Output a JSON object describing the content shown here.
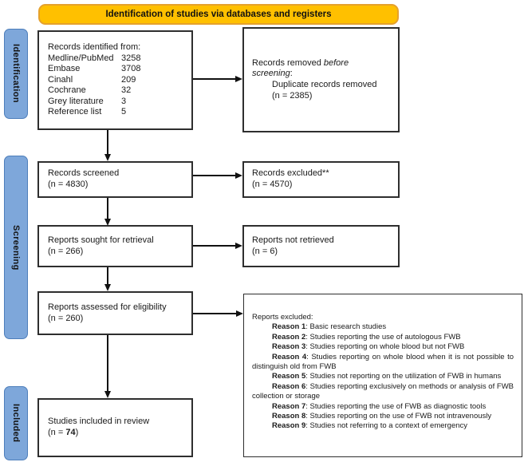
{
  "banner": {
    "title": "Identification of studies via databases and registers"
  },
  "stage_labels": {
    "identification": "Identification",
    "screening": "Screening",
    "included": "Included"
  },
  "colors": {
    "banner_fill": "#FFC000",
    "banner_border": "#E5A12D",
    "stage_bar_fill": "#7EA7DA",
    "stage_bar_border": "#4D7EBB",
    "box_border": "#2E2E2E",
    "arrow": "#111111",
    "text": "#1A1A1A"
  },
  "boxes": {
    "records_identified": {
      "intro": "Records identified from:",
      "sources": [
        {
          "label": "Medline/PubMed",
          "value": "3258"
        },
        {
          "label": "Embase",
          "value": "3708"
        },
        {
          "label": "Cinahl",
          "value": "209"
        },
        {
          "label": "Cochrane",
          "value": "32"
        },
        {
          "label": "Grey literature",
          "value": "3"
        },
        {
          "label": "Reference list",
          "value": "5"
        }
      ]
    },
    "records_removed": {
      "prefix": "Records removed ",
      "italic": "before screening",
      "suffix": ":",
      "detail_lines": [
        "Duplicate records removed",
        "(n = 2385)"
      ]
    },
    "records_screened": {
      "lines": [
        "Records screened",
        "(n = 4830)"
      ]
    },
    "records_excluded": {
      "lines": [
        "Records excluded**",
        "(n = 4570)"
      ]
    },
    "reports_sought": {
      "lines": [
        "Reports sought for retrieval",
        "(n = 266)"
      ]
    },
    "reports_not_retrieved": {
      "lines": [
        "Reports not retrieved",
        "(n = 6)"
      ]
    },
    "reports_assessed": {
      "lines": [
        "Reports assessed for eligibility",
        "(n = 260)"
      ]
    },
    "reports_excluded": {
      "heading": "Reports excluded:",
      "reasons": [
        {
          "label": "Reason 1",
          "text": ": Basic research studies"
        },
        {
          "label": "Reason 2",
          "text": ": Studies reporting the use of autologous FWB"
        },
        {
          "label": "Reason 3",
          "text": ": Studies reporting on whole blood but not FWB"
        },
        {
          "label": "Reason 4",
          "text": ": Studies reporting on whole blood when it is not possible to distinguish old from FWB"
        },
        {
          "label": "Reason 5",
          "text": ": Studies not reporting on the utilization of FWB in humans"
        },
        {
          "label": "Reason 6",
          "text": ": Studies reporting exclusively on methods or analysis of FWB collection or storage"
        },
        {
          "label": "Reason 7",
          "text": ": Studies reporting the use of FWB as diagnostic tools"
        },
        {
          "label": "Reason 8",
          "text": ": Studies reporting on the use of FWB not intravenously"
        },
        {
          "label": "Reason 9",
          "text": ": Studies not referring to a context of emergency"
        }
      ]
    },
    "studies_included": {
      "line1": "Studies included in review",
      "n_prefix": "(n = ",
      "n_value": "74",
      "n_suffix": ")"
    }
  }
}
